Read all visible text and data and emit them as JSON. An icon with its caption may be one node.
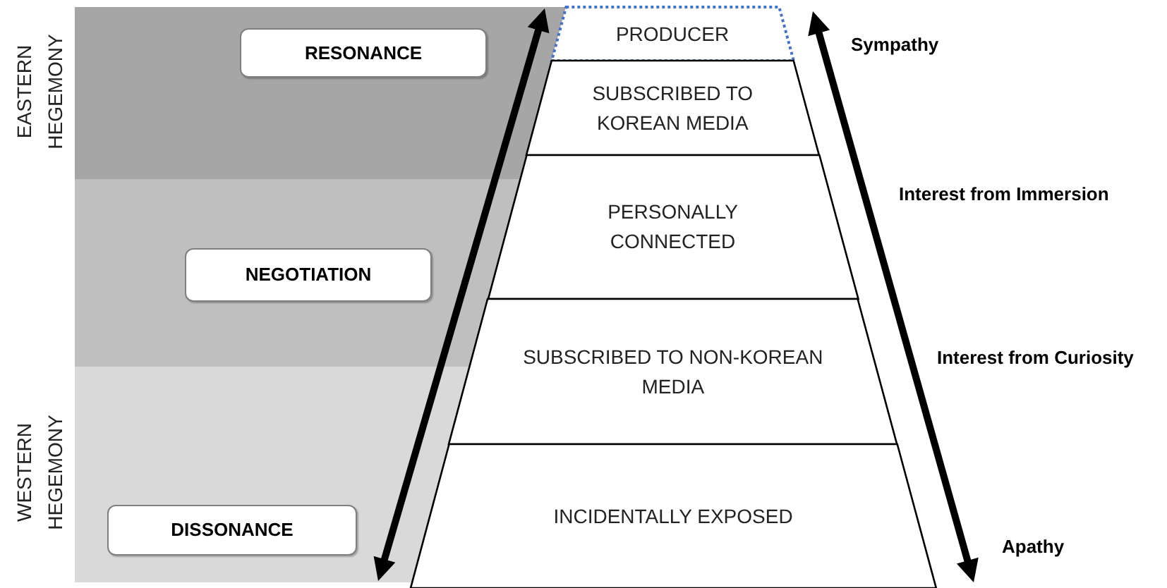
{
  "diagram": {
    "nodes": [
      {
        "text": [
          "RESONANCE"
        ]
      },
      {
        "text": [
          "NEGOTIATION"
        ]
      },
      {
        "text": [
          "DISSONANCE"
        ]
      },
      {
        "text": [
          "PRODUCER"
        ]
      },
      {
        "text": [
          "SUBSCRIBED TO KOREAN MEDIA"
        ]
      },
      {
        "text": [
          "PERSONALLY CONNECTED"
        ]
      },
      {
        "text": [
          "SUBSCRIBED TO NON-KOREAN MEDIA"
        ]
      },
      {
        "text": [
          "INCIDENTALLY EXPOSED"
        ]
      }
    ],
    "labels": [
      "EASTERN HEGEMONY",
      "WESTERN HEGEMONY",
      "Sympathy",
      "Interest from Immersion",
      "Interest from Curiosity",
      "Apathy"
    ]
  }
}
